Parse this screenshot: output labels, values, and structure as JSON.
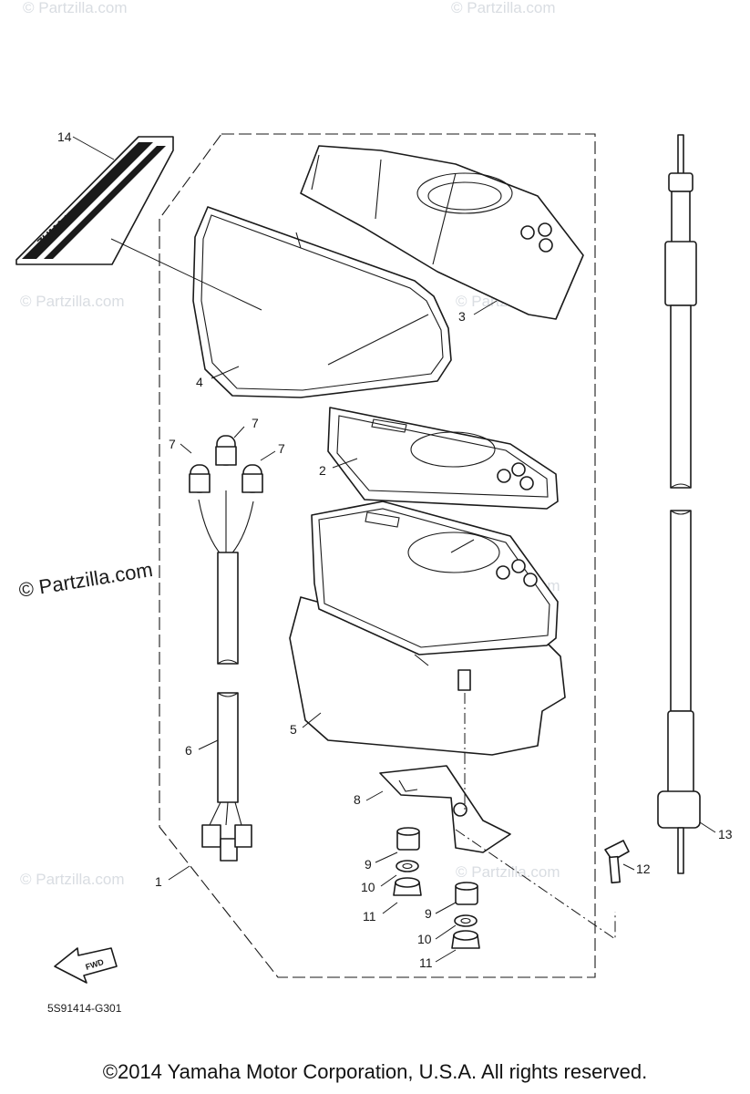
{
  "watermark": "© Partzilla.com",
  "diagram_code": "5S91414-G301",
  "fwd_label": "FWD",
  "decal_logo": "ZUMA X",
  "copyright": "©2014 Yamaha Motor Corporation, U.S.A. All rights reserved.",
  "callouts": {
    "c1": "1",
    "c2": "2",
    "c3": "3",
    "c4": "4",
    "c5": "5",
    "c6": "6",
    "c7a": "7",
    "c7b": "7",
    "c7c": "7",
    "c8": "8",
    "c9a": "9",
    "c9b": "9",
    "c10a": "10",
    "c10b": "10",
    "c11a": "11",
    "c11b": "11",
    "c12": "12",
    "c13": "13",
    "c14": "14"
  }
}
